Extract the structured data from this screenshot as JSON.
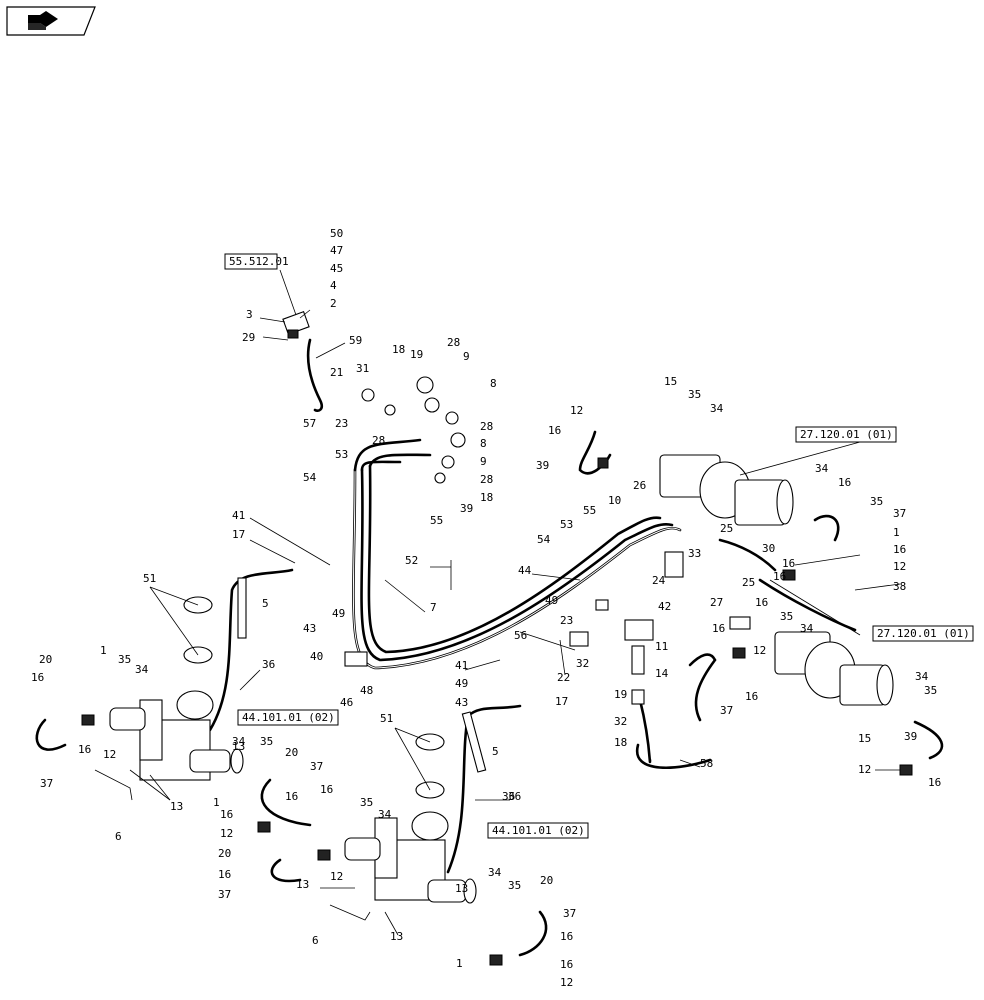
{
  "nav": {
    "icon": "back-arrow-icon"
  },
  "refs": [
    {
      "id": "ref-55-512-01",
      "text": "55.512.01"
    },
    {
      "id": "ref-27-120-01-top",
      "text": "27.120.01 (01)"
    },
    {
      "id": "ref-27-120-01-bottom",
      "text": "27.120.01 (01)"
    },
    {
      "id": "ref-44-101-01-left",
      "text": "44.101.01 (02)"
    },
    {
      "id": "ref-44-101-01-bottom",
      "text": "44.101.01 (02)"
    }
  ],
  "callouts": [
    "50",
    "47",
    "45",
    "4",
    "2",
    "3",
    "29",
    "59",
    "21",
    "31",
    "18",
    "19",
    "28",
    "9",
    "8",
    "57",
    "23",
    "28",
    "28",
    "8",
    "9",
    "28",
    "18",
    "39",
    "53",
    "54",
    "55",
    "15",
    "35",
    "34",
    "12",
    "16",
    "39",
    "34",
    "16",
    "35",
    "37",
    "1",
    "16",
    "12",
    "38",
    "26",
    "10",
    "55",
    "53",
    "54",
    "52",
    "41",
    "17",
    "5",
    "49",
    "43",
    "51",
    "51",
    "40",
    "48",
    "46",
    "7",
    "44",
    "49",
    "23",
    "24",
    "42",
    "33",
    "25",
    "30",
    "16",
    "25",
    "27",
    "16",
    "35",
    "34",
    "16",
    "12",
    "16",
    "37",
    "56",
    "32",
    "22",
    "41",
    "49",
    "43",
    "17",
    "11",
    "14",
    "19",
    "32",
    "18",
    "58",
    "20",
    "1",
    "35",
    "34",
    "16",
    "12",
    "37",
    "16",
    "36",
    "6",
    "13",
    "13",
    "34",
    "35",
    "20",
    "37",
    "16",
    "1",
    "16",
    "12",
    "16",
    "20",
    "37",
    "16",
    "13",
    "12",
    "35",
    "34",
    "5",
    "36",
    "13",
    "34",
    "35",
    "20",
    "37",
    "16",
    "16",
    "12",
    "1",
    "6",
    "13",
    "34",
    "35",
    "15",
    "39",
    "12",
    "16",
    "16",
    "36"
  ]
}
